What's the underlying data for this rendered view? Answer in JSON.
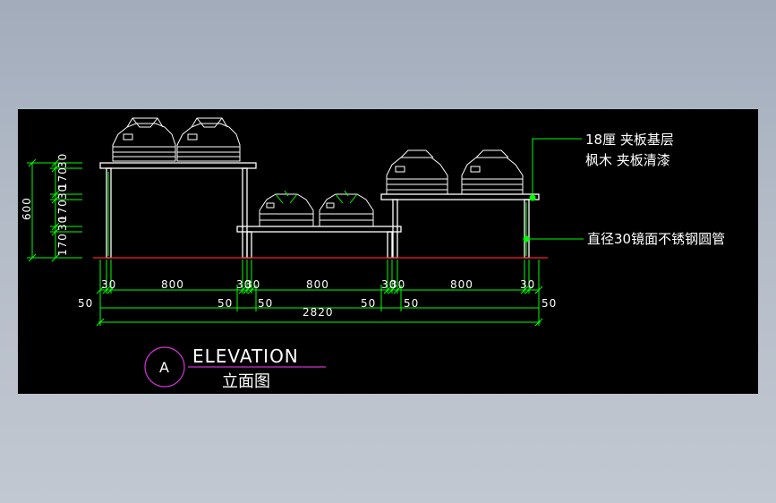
{
  "drawing": {
    "notes": {
      "top_line1": "18厘 夹板基层",
      "top_line2": "枫木 夹板清漆",
      "pipe": "直径30镜面不锈钢圆管"
    },
    "vertical_dims": {
      "total": "600",
      "segments": [
        "170",
        "30",
        "170",
        "30",
        "170",
        "30"
      ]
    },
    "horizontal_dims": {
      "row1": [
        "30",
        "800",
        "30",
        "30",
        "800",
        "30",
        "30",
        "800",
        "30"
      ],
      "row2": [
        "50",
        "50",
        "50",
        "50",
        "50",
        "50"
      ],
      "total": "2820"
    },
    "title": {
      "badge": "A",
      "english": "ELEVATION",
      "chinese": "立面图"
    },
    "colors": {
      "background": "#000000",
      "structure": "#ffffff",
      "dimension": "#00ff00",
      "floor": "#ff2020",
      "title_underline": "#cc33cc",
      "badge_circle": "#cc33cc"
    }
  }
}
